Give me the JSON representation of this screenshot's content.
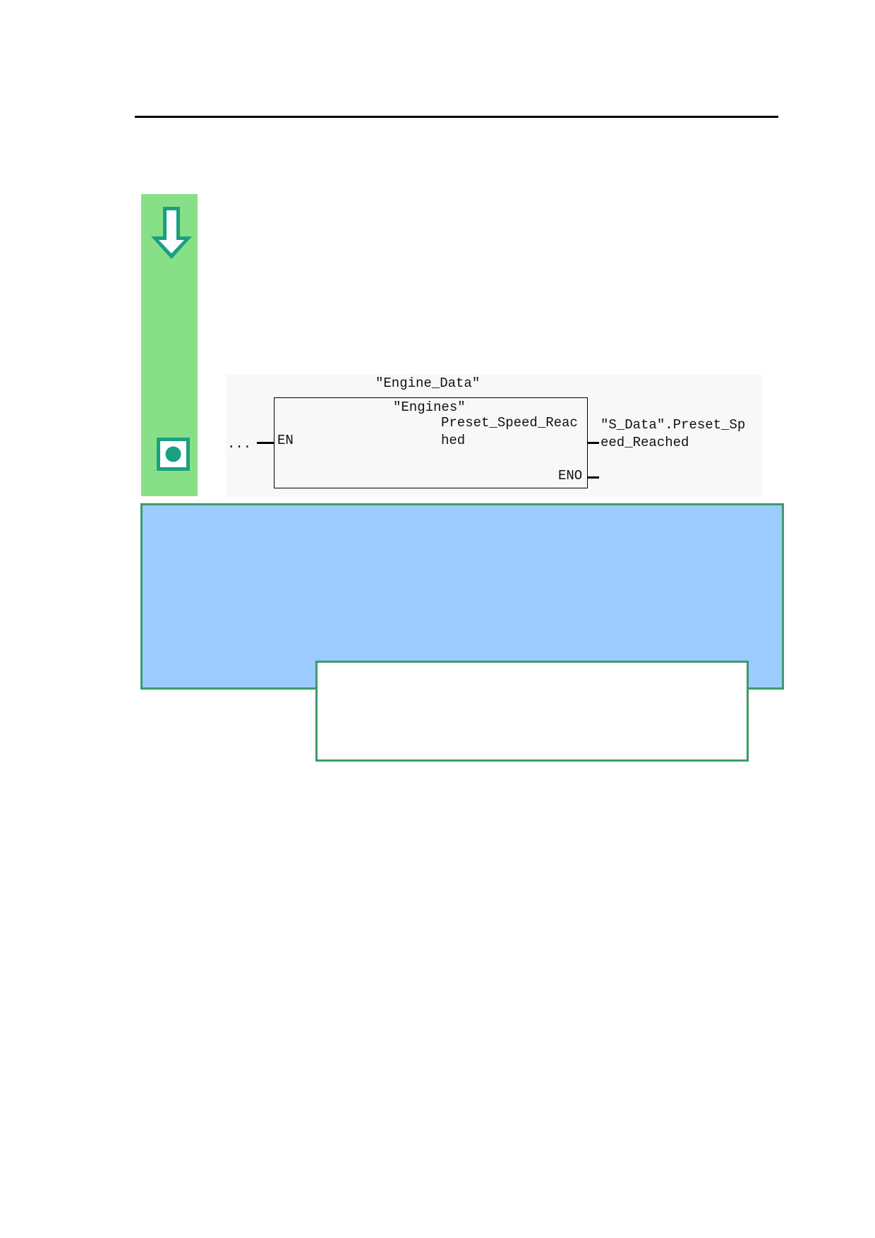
{
  "ladder": {
    "db_name": "\"Engine_Data\"",
    "ellipsis": "...",
    "en_label": "EN",
    "eno_label": "ENO",
    "block_name": "\"Engines\"",
    "param_line1": "Preset_Speed_Reac",
    "param_line2": "hed",
    "output_line1": "\"S_Data\".Preset_Sp",
    "output_line2": "eed_Reached"
  },
  "colors": {
    "sidebar": "#87e087",
    "accent_green": "#1aa082",
    "panel_blue": "#9ccbff",
    "panel_border": "#3d9a6b"
  },
  "icons": {
    "sidebar_top": "down-arrow-icon",
    "sidebar_bottom": "record-stop-icon"
  }
}
